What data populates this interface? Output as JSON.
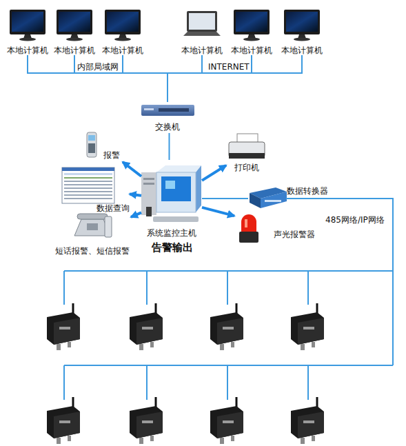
{
  "diagram": {
    "nodes": [
      {
        "text": [
          "本地计算机"
        ]
      },
      {
        "text": [
          "本地计算机"
        ]
      },
      {
        "text": [
          "本地计算机"
        ]
      },
      {
        "text": [
          "本地计算机"
        ]
      },
      {
        "text": [
          "本地计算机"
        ]
      },
      {
        "text": [
          "本地计算机"
        ]
      },
      {
        "text": [
          "交换机"
        ]
      },
      {
        "text": [
          "报警"
        ]
      },
      {
        "text": [
          "打印机"
        ]
      },
      {
        "text": [
          "数据查询"
        ]
      },
      {
        "text": [
          "数据转换器"
        ]
      },
      {
        "text": [
          "系统监控主机"
        ]
      },
      {
        "text": [
          "声光报警器"
        ]
      },
      {
        "text": [
          "短话报警、短信报警"
        ]
      }
    ],
    "edges": [
      {
        "from": 0,
        "to": 6,
        "arrow": "none"
      },
      {
        "from": 1,
        "to": 6,
        "arrow": "none"
      },
      {
        "from": 2,
        "to": 6,
        "arrow": "none"
      },
      {
        "from": 3,
        "to": 6,
        "arrow": "none"
      },
      {
        "from": 4,
        "to": 6,
        "arrow": "none"
      },
      {
        "from": 5,
        "to": 6,
        "arrow": "none"
      },
      {
        "from": 6,
        "to": 11,
        "arrow": "none"
      },
      {
        "from": 11,
        "to": 7,
        "arrow": "to"
      },
      {
        "from": 11,
        "to": 8,
        "arrow": "to"
      },
      {
        "from": 11,
        "to": 9,
        "arrow": "to"
      },
      {
        "from": 11,
        "to": 10,
        "arrow": "none"
      },
      {
        "from": 11,
        "to": 12,
        "arrow": "to"
      },
      {
        "from": 11,
        "to": 13,
        "arrow": "to"
      }
    ],
    "labels": [
      "内部局域网",
      "INTERNET",
      "告警输出",
      "485网络/IP网络"
    ]
  }
}
